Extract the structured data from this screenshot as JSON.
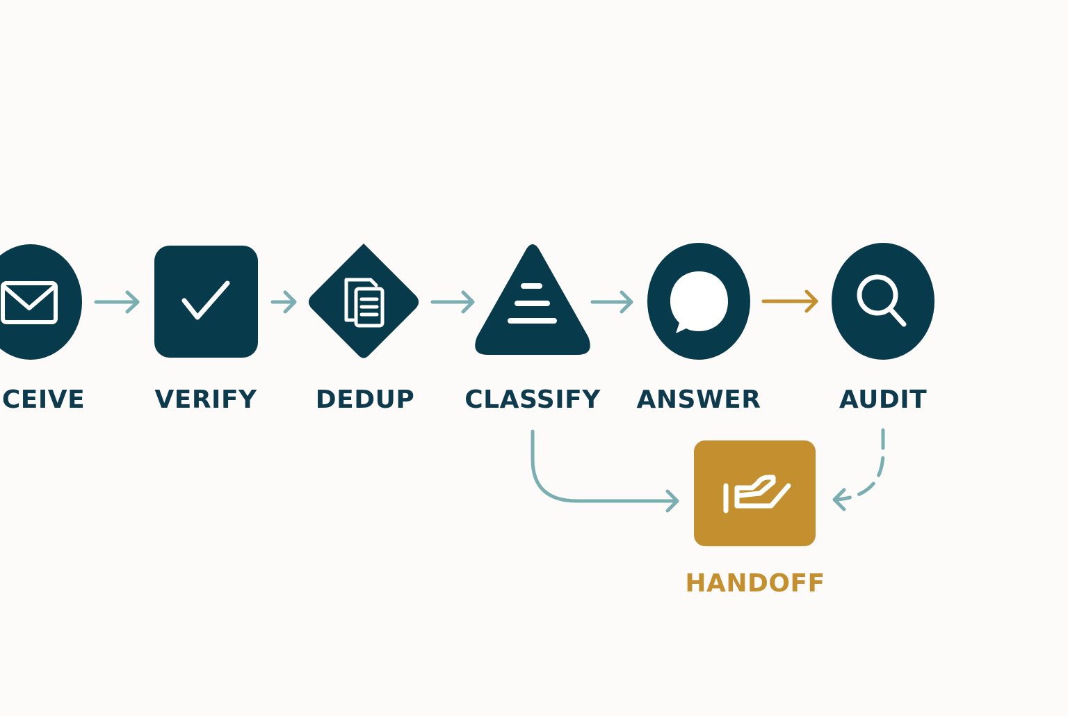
{
  "colors": {
    "background": "#fcfbf9",
    "node_primary": "#073a4b",
    "node_accent": "#c48f2f",
    "connector": "#7aaeb0",
    "connector_accent": "#c48f2f",
    "label_primary": "#0d3a4c",
    "label_accent": "#c48f2f",
    "icon": "#ffffff"
  },
  "steps": [
    {
      "id": "receive",
      "label": "ECEIVE",
      "shape": "circle",
      "icon": "envelope-icon"
    },
    {
      "id": "verify",
      "label": "VERIFY",
      "shape": "rounded-square",
      "icon": "checkmark-icon"
    },
    {
      "id": "dedup",
      "label": "DEDUP",
      "shape": "diamond",
      "icon": "copy-documents-icon"
    },
    {
      "id": "classify",
      "label": "CLASSIFY",
      "shape": "triangle",
      "icon": "stacked-lines-icon"
    },
    {
      "id": "answer",
      "label": "ANSWER",
      "shape": "circle",
      "icon": "speech-bubble-icon"
    },
    {
      "id": "audit",
      "label": "AUDIT",
      "shape": "circle",
      "icon": "magnifier-icon"
    }
  ],
  "handoff": {
    "id": "handoff",
    "label": "HANDOFF",
    "shape": "rounded-square",
    "icon": "hand-icon"
  },
  "connections": [
    {
      "from": "receive",
      "to": "verify",
      "style": "solid"
    },
    {
      "from": "verify",
      "to": "dedup",
      "style": "solid"
    },
    {
      "from": "dedup",
      "to": "classify",
      "style": "solid"
    },
    {
      "from": "classify",
      "to": "answer",
      "style": "solid"
    },
    {
      "from": "answer",
      "to": "audit",
      "style": "solid-accent"
    },
    {
      "from": "classify",
      "to": "handoff",
      "style": "solid"
    },
    {
      "from": "audit",
      "to": "handoff",
      "style": "dashed"
    }
  ]
}
